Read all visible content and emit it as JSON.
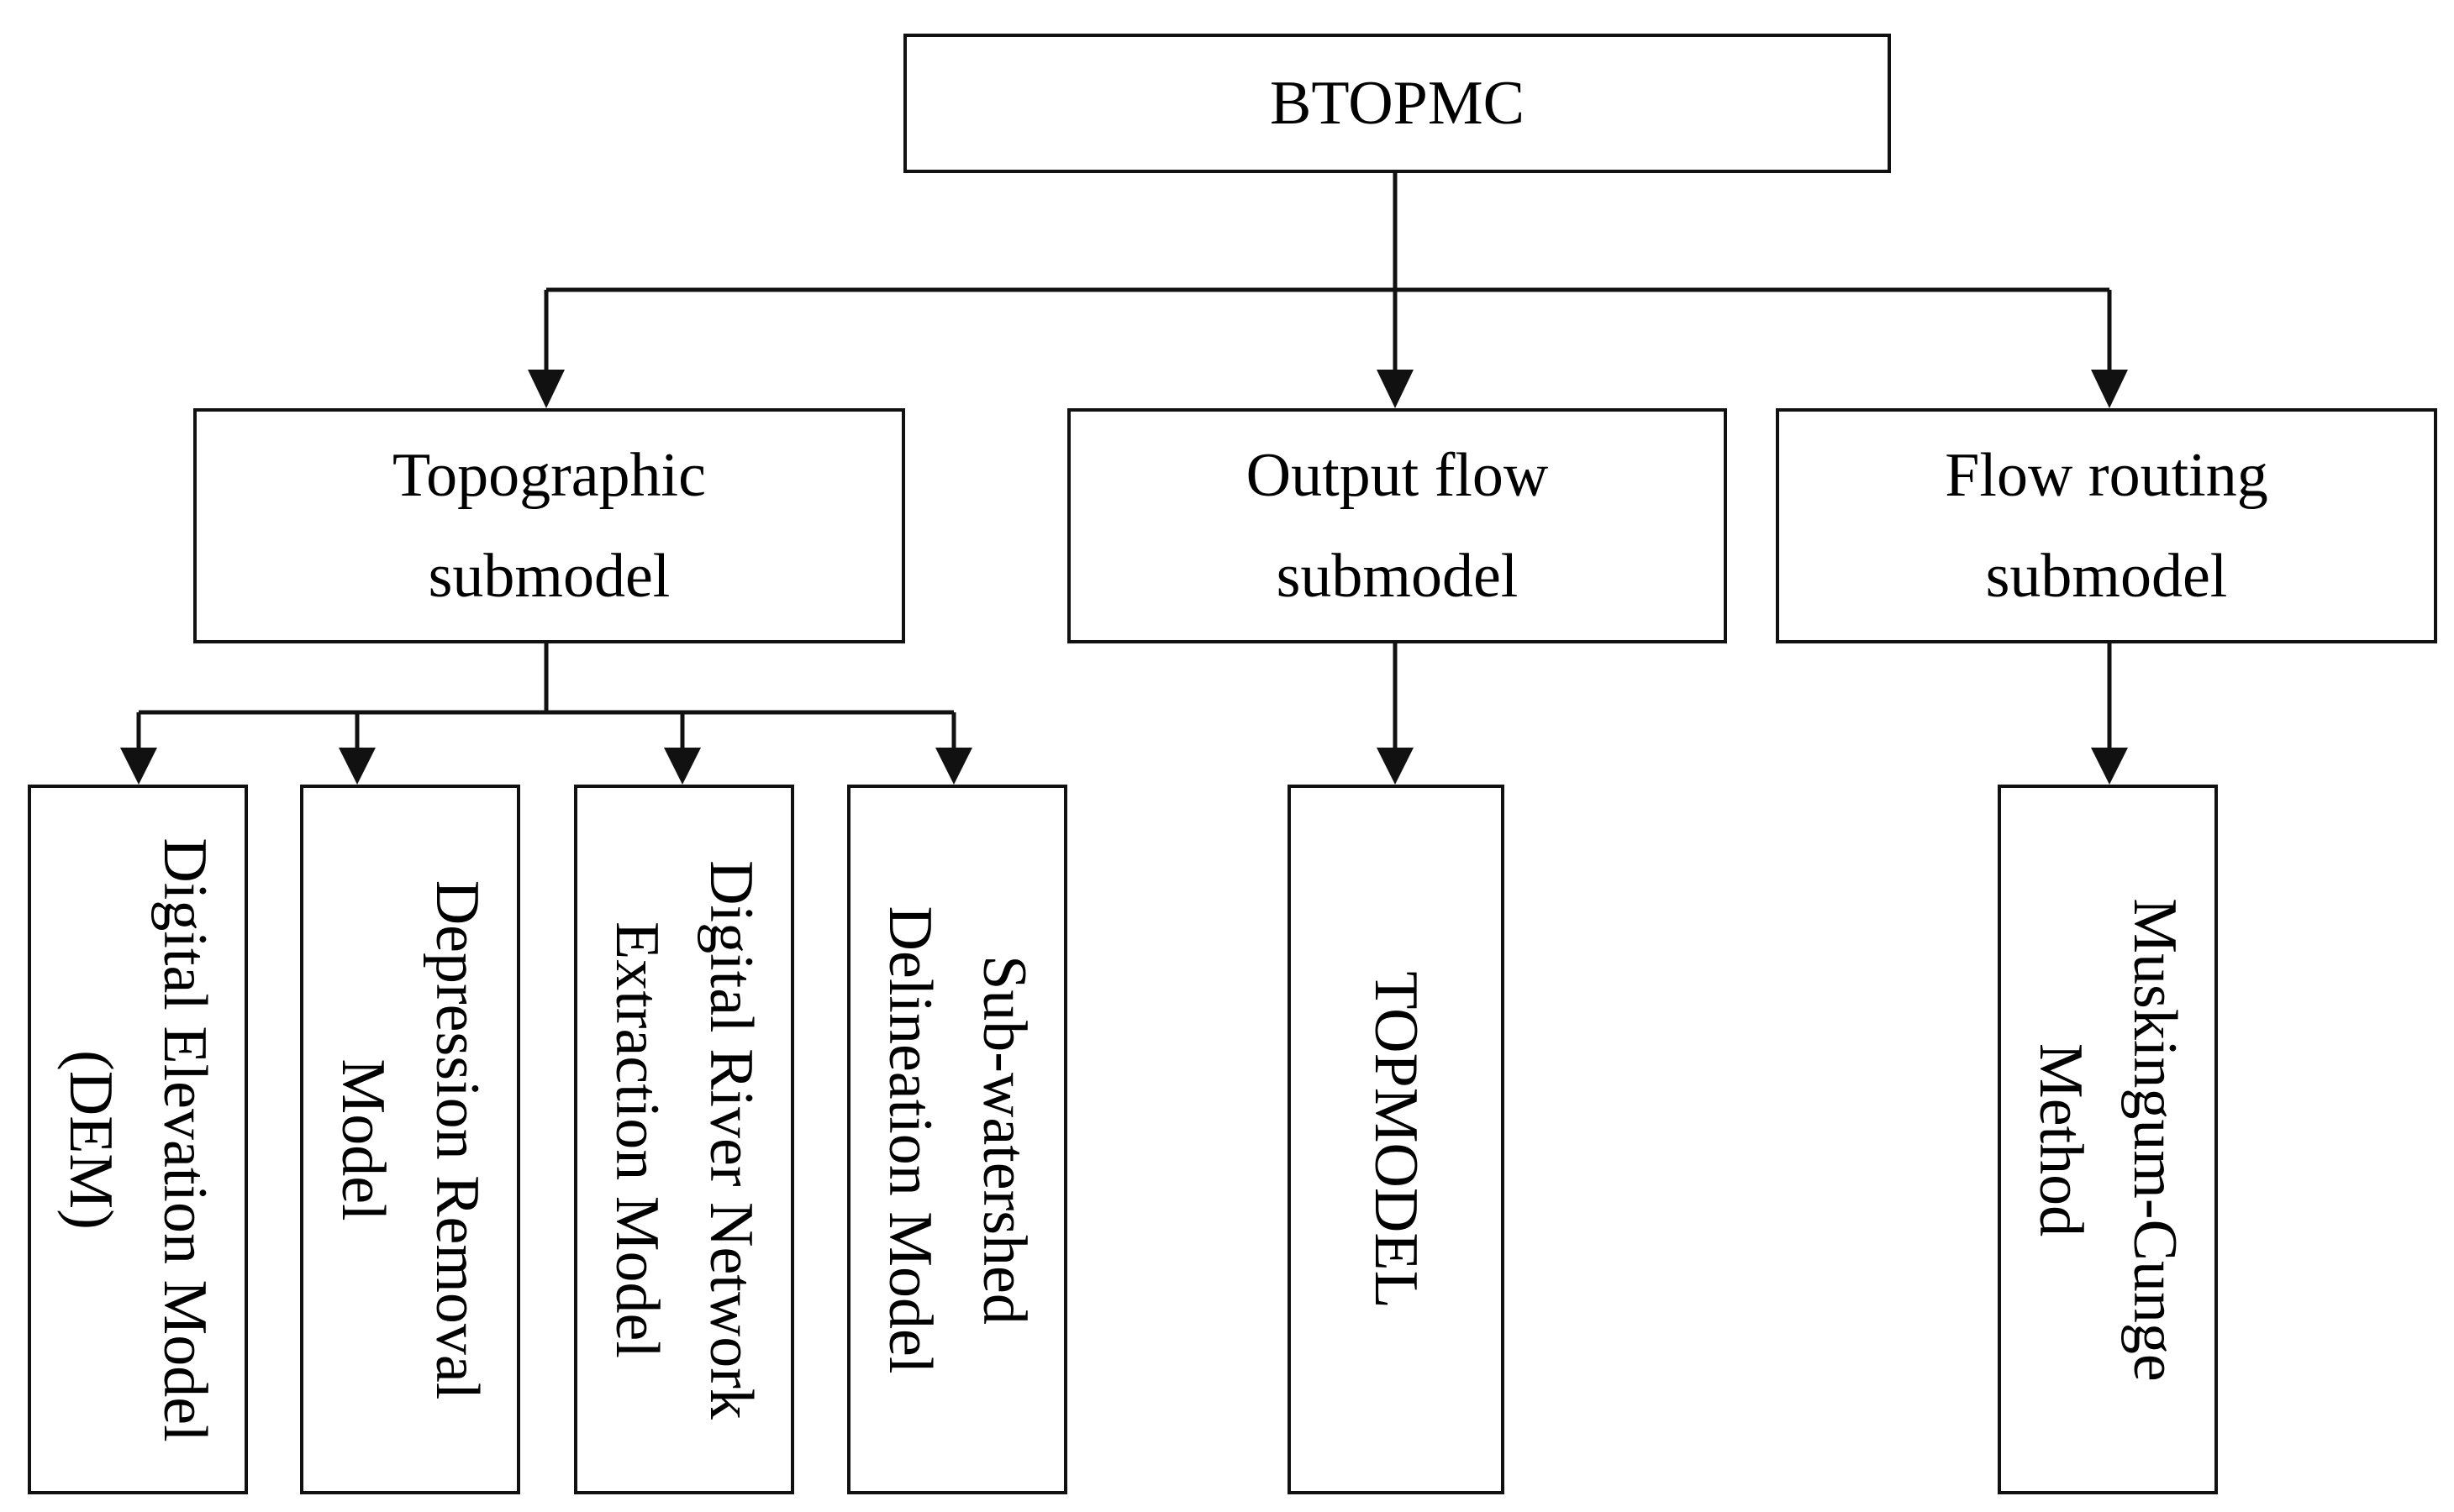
{
  "diagram": {
    "root": {
      "label": "BTOPMC"
    },
    "submodels": [
      {
        "line1": "Topographic",
        "line2": "submodel"
      },
      {
        "line1": "Output flow",
        "line2": "submodel"
      },
      {
        "line1": "Flow routing",
        "line2": "submodel"
      }
    ],
    "components": [
      {
        "line1": "Digital Elevation Model",
        "line2": "(DEM)"
      },
      {
        "line1": "Depression Removal",
        "line2": "Model"
      },
      {
        "line1": "Digital River Network",
        "line2": "Extraction Model"
      },
      {
        "line1": "Sub-watershed",
        "line2": "Delineation Model"
      },
      {
        "line1": "TOPMODEL",
        "line2": ""
      },
      {
        "line1": "Muskingum-Cunge",
        "line2": "Method"
      }
    ]
  }
}
